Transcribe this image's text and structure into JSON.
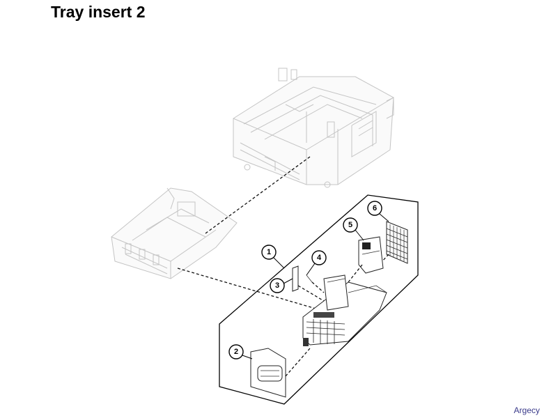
{
  "page": {
    "title": "Tray insert 2",
    "watermark": "Argecy"
  },
  "callouts": [
    {
      "id": "1",
      "label": "1"
    },
    {
      "id": "2",
      "label": "2"
    },
    {
      "id": "3",
      "label": "3"
    },
    {
      "id": "4",
      "label": "4"
    },
    {
      "id": "5",
      "label": "5"
    },
    {
      "id": "6",
      "label": "6"
    }
  ]
}
